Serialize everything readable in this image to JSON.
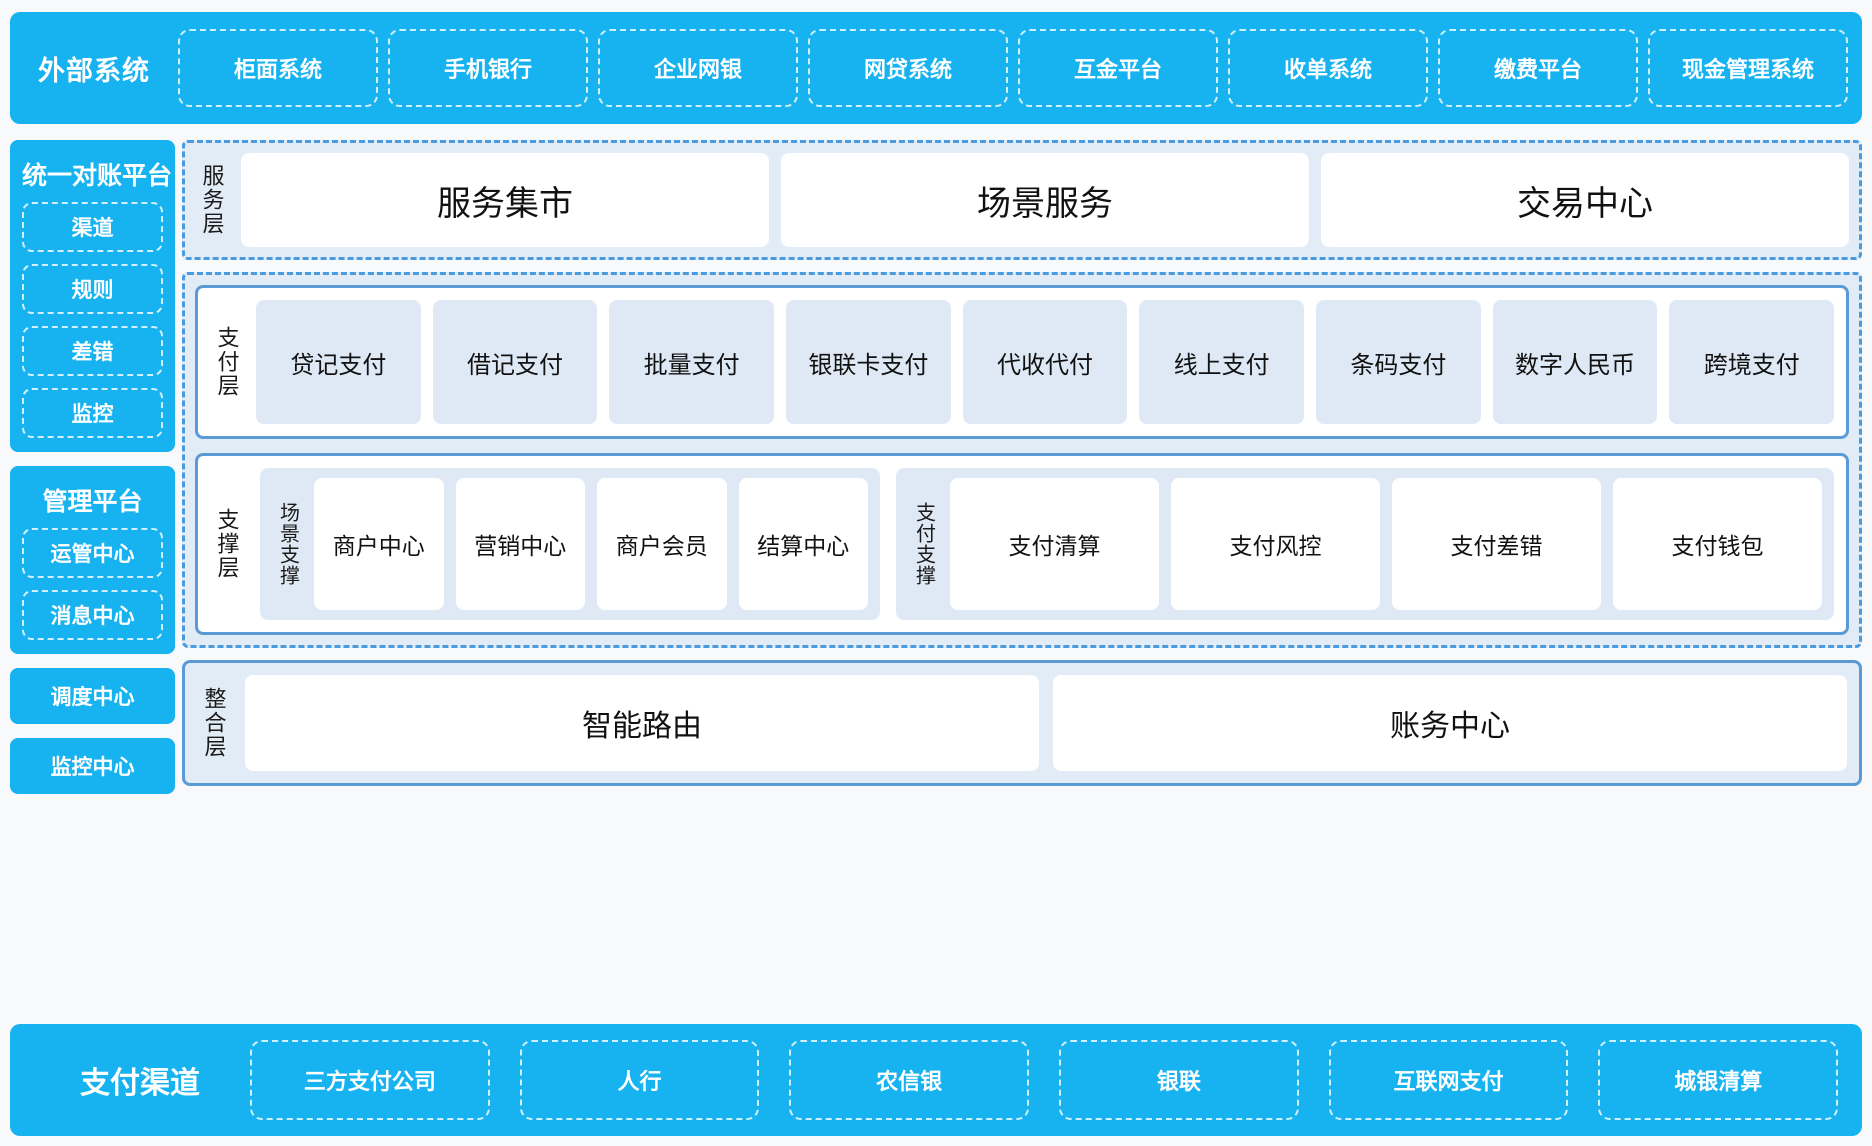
{
  "external_systems": {
    "title": "外部系统",
    "items": [
      "柜面系统",
      "手机银行",
      "企业网银",
      "网贷系统",
      "互金平台",
      "收单系统",
      "缴费平台",
      "现金管理系统"
    ]
  },
  "left_column": {
    "reconciliation_platform": {
      "title": "统一对账平台",
      "items": [
        "渠道",
        "规则",
        "差错",
        "监控"
      ]
    },
    "management_platform": {
      "title": "管理平台",
      "items": [
        "运管中心",
        "消息中心"
      ]
    },
    "standalone": [
      "调度中心",
      "监控中心"
    ]
  },
  "service_layer": {
    "label": "服务层",
    "cards": [
      "服务集市",
      "场景服务",
      "交易中心"
    ]
  },
  "payment_layer": {
    "label": "支付层",
    "cards": [
      "贷记支付",
      "借记支付",
      "批量支付",
      "银联卡支付",
      "代收代付",
      "线上支付",
      "条码支付",
      "数字人民币",
      "跨境支付"
    ]
  },
  "support_layer": {
    "label": "支撑层",
    "groups": [
      {
        "label": "场景支撑",
        "cards": [
          "商户中心",
          "营销中心",
          "商户会员",
          "结算中心"
        ]
      },
      {
        "label": "支付支撑",
        "cards": [
          "支付清算",
          "支付风控",
          "支付差错",
          "支付钱包"
        ]
      }
    ]
  },
  "integration_layer": {
    "label": "整合层",
    "cards": [
      "智能路由",
      "账务中心"
    ]
  },
  "payment_channels": {
    "title": "支付渠道",
    "items": [
      "三方支付公司",
      "人行",
      "农信银",
      "银联",
      "互联网支付",
      "城银清算"
    ]
  },
  "colors": {
    "brand_blue": "#17b3f0",
    "panel_blue": "#e2ecf7",
    "card_blue": "#dfe9f5",
    "border_blue": "#5b9bd5",
    "dashed_blue": "#4a9ae0"
  }
}
